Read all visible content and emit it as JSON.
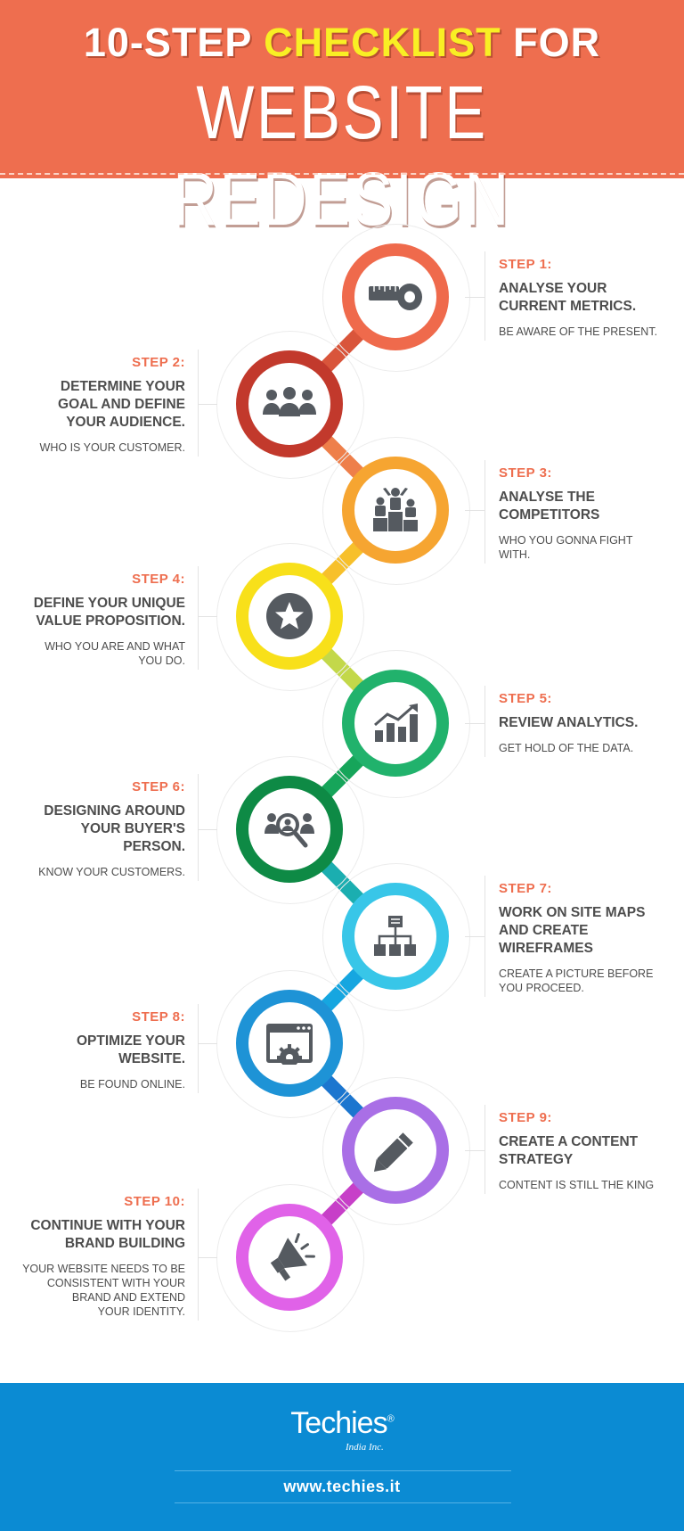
{
  "header": {
    "title_part1": "10-STEP ",
    "title_highlight": "CHECKLIST",
    "title_part2": " FOR",
    "title_line2": "WEBSITE REDESIGN"
  },
  "colors": {
    "header_bg": "#ee6e4f",
    "highlight": "#f9ef24",
    "step_label": "#ee6e4f",
    "text": "#4d4d4d",
    "footer_bg": "#0b8bd3"
  },
  "steps": [
    {
      "label": "STEP 1:",
      "title": "ANALYSE YOUR\nCURRENT METRICS.",
      "desc": "BE AWARE OF THE PRESENT.",
      "icon": "measuring-tape-icon",
      "color": "#ef6a4c"
    },
    {
      "label": "STEP 2:",
      "title": "DETERMINE YOUR\nGOAL AND DEFINE\nYOUR AUDIENCE.",
      "desc": "WHO IS YOUR CUSTOMER.",
      "icon": "audience-group-icon",
      "color": "#c2392c"
    },
    {
      "label": "STEP 3:",
      "title": "ANALYSE THE\nCOMPETITORS",
      "desc": "WHO YOU GONNA FIGHT\nWITH.",
      "icon": "podium-icon",
      "color": "#f6a531"
    },
    {
      "label": "STEP 4:",
      "title": "DEFINE YOUR UNIQUE\nVALUE PROPOSITION.",
      "desc": "WHO YOU ARE AND WHAT\nYOU DO.",
      "icon": "star-badge-icon",
      "color": "#f8e01a"
    },
    {
      "label": "STEP 5:",
      "title": "REVIEW ANALYTICS.",
      "desc": "GET HOLD OF THE DATA.",
      "icon": "growth-chart-icon",
      "color": "#21b26c"
    },
    {
      "label": "STEP 6:",
      "title": "DESIGNING AROUND\nYOUR BUYER'S\nPERSON.",
      "desc": "KNOW YOUR CUSTOMERS.",
      "icon": "persona-search-icon",
      "color": "#0e8a45"
    },
    {
      "label": "STEP 7:",
      "title": "WORK ON SITE MAPS\nAND CREATE\nWIREFRAMES",
      "desc": "CREATE A PICTURE BEFORE\nYOU PROCEED.",
      "icon": "sitemap-icon",
      "color": "#38c6e8"
    },
    {
      "label": "STEP 8:",
      "title": "OPTIMIZE YOUR\nWEBSITE.",
      "desc": "BE FOUND ONLINE.",
      "icon": "browser-gear-icon",
      "color": "#1e93d6"
    },
    {
      "label": "STEP 9:",
      "title": "CREATE A CONTENT\nSTRATEGY",
      "desc": "CONTENT IS STILL THE KING",
      "icon": "pencil-icon",
      "color": "#a96fe6"
    },
    {
      "label": "STEP 10:",
      "title": "CONTINUE WITH YOUR\nBRAND BUILDING",
      "desc": "YOUR WEBSITE NEEDS TO BE\nCONSISTENT WITH YOUR\nBRAND AND EXTEND\nYOUR IDENTITY.",
      "icon": "megaphone-icon",
      "color": "#e062e8"
    }
  ],
  "connectors": [
    "#d9553b",
    "#ee7f4a",
    "#f7c02b",
    "#c3d84a",
    "#16a55a",
    "#1baeb0",
    "#16a6e0",
    "#1c76cf",
    "#c73fc8"
  ],
  "footer": {
    "logo": "Techies",
    "logo_mark": "®",
    "logo_sub": "India Inc.",
    "url": "www.techies.it"
  }
}
